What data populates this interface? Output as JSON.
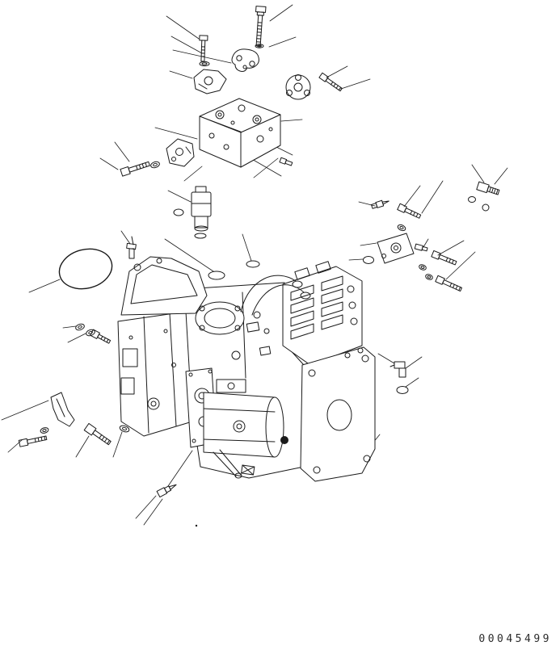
{
  "drawing": {
    "part_number": "00045499",
    "background_color": "#ffffff",
    "line_color": "#1a1a1a",
    "components": [
      "hex-bolt-long",
      "hex-bolt",
      "washer",
      "o-ring",
      "o-ring-large",
      "swash-cap",
      "clamp-bracket",
      "round-flange",
      "valve-block",
      "grease-fitting",
      "mount-bracket-small",
      "solenoid-valve",
      "breather-fitting",
      "pilot-sensor",
      "relief-valve-block",
      "plug",
      "elbow-fitting",
      "angle-bracket",
      "temp-sensor",
      "main-pump-assembly",
      "mounting-bracket",
      "suction-flange",
      "hydraulic-hose",
      "valve-manifold",
      "rear-cover-plate",
      "pilot-pump",
      "drive-cylinder",
      "gear-section"
    ]
  }
}
